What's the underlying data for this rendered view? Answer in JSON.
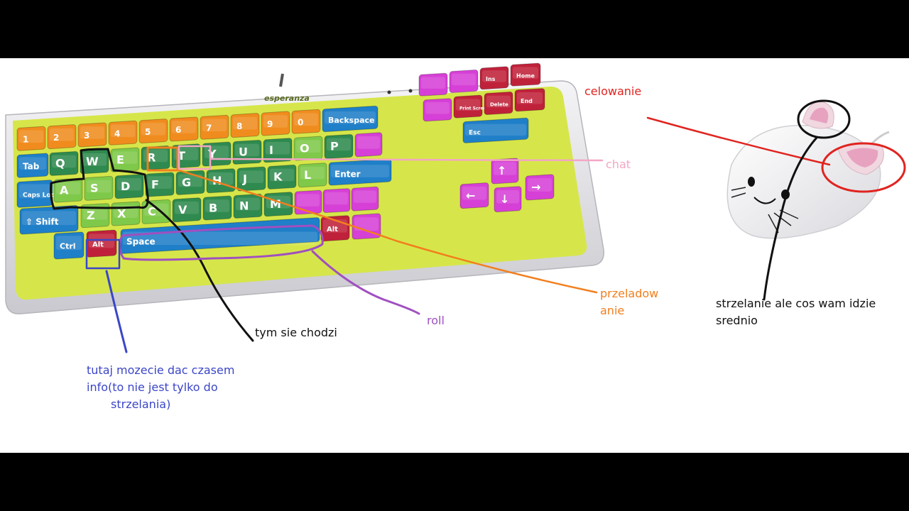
{
  "keyboard": {
    "brand": "esperanza",
    "number_row": [
      "1",
      "2",
      "3",
      "4",
      "5",
      "6",
      "7",
      "8",
      "9",
      "0"
    ],
    "number_row_colors": [
      "#f08c1e",
      "#f08c1e",
      "#f08c1e",
      "#f08c1e",
      "#f08c1e",
      "#f08c1e",
      "#f08c1e",
      "#f08c1e",
      "#f08c1e",
      "#f08c1e"
    ],
    "backspace_label": "Backspace",
    "tab_label": "Tab",
    "row_q": [
      "Q",
      "W",
      "E",
      "R",
      "T",
      "Y",
      "U",
      "I",
      "O",
      "P"
    ],
    "caps_label": "Caps Lock",
    "row_a": [
      "A",
      "S",
      "D",
      "F",
      "G",
      "H",
      "J",
      "K",
      "L"
    ],
    "enter_label": "Enter",
    "shift_label": "Shift",
    "row_z": [
      "Z",
      "X",
      "C",
      "V",
      "B",
      "N",
      "M"
    ],
    "ctrl_label": "Ctrl",
    "alt_left_label": "Alt",
    "space_label": "Space",
    "alt_right_label": "Alt",
    "nav_labels": [
      "Ins",
      "Home",
      "Print Screen",
      "Delete",
      "End",
      "Esc"
    ],
    "arrow_up": "↑",
    "arrow_left": "←",
    "arrow_down": "↓",
    "arrow_right": "→",
    "colors": {
      "green_dark": "#2f8a4f",
      "green_light": "#7fc94a",
      "blue": "#1f7fc8",
      "orange": "#f08c1e",
      "magenta": "#d640d6",
      "red": "#c0213a",
      "body": "#d6e64a",
      "bezel": "#e8e8ec"
    }
  },
  "annotations": {
    "celowanie": "celowanie",
    "chat": "chat",
    "przeladowanie_line1": "przeladow",
    "przeladowanie_line2": "anie",
    "roll": "roll",
    "tym_sie_chodzi": "tym sie chodzi",
    "strzelanie_line1": "strzelanie ale cos wam idzie",
    "strzelanie_line2": "srednio",
    "tutaj_line1": "tutaj mozecie dac czasem",
    "tutaj_line2a": "info",
    "tutaj_line2b": "(to nie jest tylko do",
    "tutaj_line3": "strzelania)",
    "colors": {
      "red": "#e0241f",
      "pink": "#f3a6c5",
      "orange": "#f17f1e",
      "purple": "#a04fc0",
      "black": "#111111",
      "blue": "#3b46c8"
    }
  }
}
